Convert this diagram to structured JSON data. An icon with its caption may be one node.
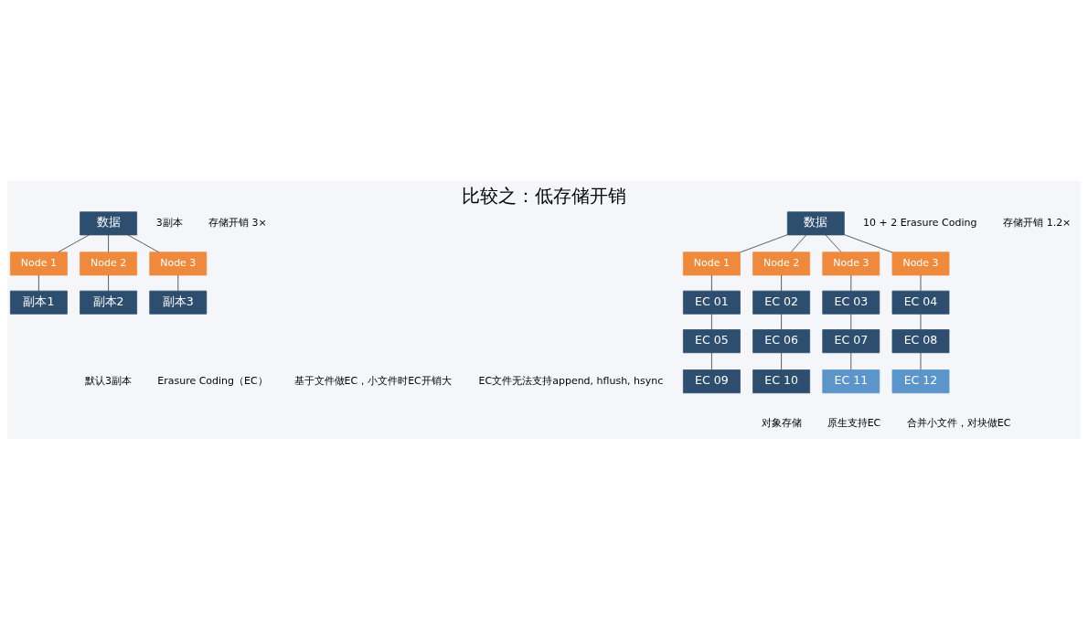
{
  "diagram": {
    "title": "比较之：低存储开销",
    "nodes": [
      {
        "text": [
          "数据"
        ]
      },
      {
        "text": [
          "Node 1"
        ]
      },
      {
        "text": [
          "Node 2"
        ]
      },
      {
        "text": [
          "Node 3"
        ]
      },
      {
        "text": [
          "副本1"
        ]
      },
      {
        "text": [
          "副本2"
        ]
      },
      {
        "text": [
          "副本3"
        ]
      },
      {
        "text": [
          "数据"
        ]
      },
      {
        "text": [
          "Node 1"
        ]
      },
      {
        "text": [
          "Node 2"
        ]
      },
      {
        "text": [
          "Node 3"
        ]
      },
      {
        "text": [
          "Node 3"
        ]
      },
      {
        "text": [
          "EC 01"
        ]
      },
      {
        "text": [
          "EC 02"
        ]
      },
      {
        "text": [
          "EC 03"
        ]
      },
      {
        "text": [
          "EC 04"
        ]
      },
      {
        "text": [
          "EC 05"
        ]
      },
      {
        "text": [
          "EC 06"
        ]
      },
      {
        "text": [
          "EC 07"
        ]
      },
      {
        "text": [
          "EC 08"
        ]
      },
      {
        "text": [
          "EC 09"
        ]
      },
      {
        "text": [
          "EC 10"
        ]
      },
      {
        "text": [
          "EC 11"
        ]
      },
      {
        "text": [
          "EC 12"
        ]
      }
    ],
    "edges": [
      {
        "from": 0,
        "to": 1,
        "arrow": "none"
      },
      {
        "from": 0,
        "to": 2,
        "arrow": "none"
      },
      {
        "from": 0,
        "to": 3,
        "arrow": "none"
      },
      {
        "from": 1,
        "to": 4,
        "arrow": "none"
      },
      {
        "from": 2,
        "to": 5,
        "arrow": "none"
      },
      {
        "from": 3,
        "to": 6,
        "arrow": "none"
      },
      {
        "from": 7,
        "to": 8,
        "arrow": "none"
      },
      {
        "from": 7,
        "to": 9,
        "arrow": "none"
      },
      {
        "from": 7,
        "to": 10,
        "arrow": "none"
      },
      {
        "from": 7,
        "to": 11,
        "arrow": "none"
      },
      {
        "from": 8,
        "to": 12,
        "arrow": "none"
      },
      {
        "from": 9,
        "to": 13,
        "arrow": "none"
      },
      {
        "from": 10,
        "to": 14,
        "arrow": "none"
      },
      {
        "from": 11,
        "to": 15,
        "arrow": "none"
      },
      {
        "from": 12,
        "to": 16,
        "arrow": "none"
      },
      {
        "from": 13,
        "to": 17,
        "arrow": "none"
      },
      {
        "from": 14,
        "to": 18,
        "arrow": "none"
      },
      {
        "from": 15,
        "to": 19,
        "arrow": "none"
      },
      {
        "from": 16,
        "to": 20,
        "arrow": "none"
      },
      {
        "from": 17,
        "to": 21,
        "arrow": "none"
      },
      {
        "from": 18,
        "to": 22,
        "arrow": "none"
      },
      {
        "from": 19,
        "to": 23,
        "arrow": "none"
      }
    ],
    "labels": [
      "3副本",
      "存储开销 3×",
      "10 + 2 Erasure Coding",
      "存储开销 1.2×",
      "默认3副本",
      "Erasure Coding（EC）",
      "基于文件做EC，小文件时EC开销大",
      "EC文件无法支持append, hflush, hsync",
      "对象存储",
      "原生支持EC",
      "合并小文件，对块做EC"
    ]
  }
}
